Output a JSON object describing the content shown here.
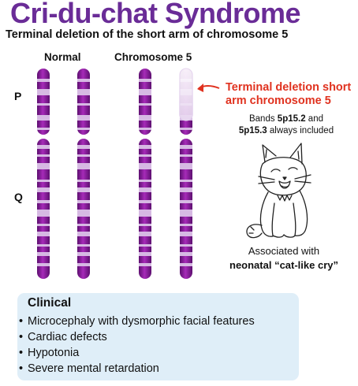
{
  "title": "Cri-du-chat Syndrome",
  "subtitle": "Terminal deletion of the short arm of chromosome 5",
  "columns": {
    "normal": "Normal",
    "chromosome5": "Chromosome 5"
  },
  "arms": {
    "p": "P",
    "q": "Q"
  },
  "deletion": {
    "title_line1": "Terminal deletion short",
    "title_line2": "arm chromosome 5",
    "note_prefix": "Bands ",
    "band1": "5p15.2",
    "note_and": " and",
    "band2": "5p15.3",
    "note_suffix": " always included"
  },
  "association": {
    "line1": "Associated with",
    "line2": "neonatal “cat-like cry”"
  },
  "clinical": {
    "heading": "Clinical",
    "items": [
      "Microcephaly with dysmorphic facial features",
      "Cardiac defects",
      "Hypotonia",
      "Severe mental retardation"
    ]
  },
  "colors": {
    "title": "#6a2c97",
    "deletion_text": "#e0321f",
    "chromosome_dark": "#8a1f9a",
    "chromosome_light": "#c7a6d9",
    "clinical_box": "#dfeef8"
  },
  "icons": {
    "arrow": "arrow-left-icon",
    "cat": "cat-illustration"
  }
}
